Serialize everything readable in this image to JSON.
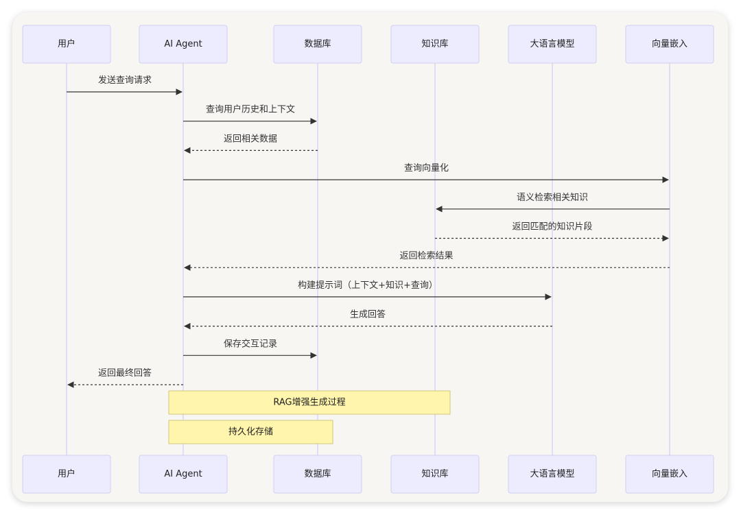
{
  "actors": [
    {
      "label": "用户"
    },
    {
      "label": "AI Agent"
    },
    {
      "label": "数据库"
    },
    {
      "label": "知识库"
    },
    {
      "label": "大语言模型"
    },
    {
      "label": "向量嵌入"
    }
  ],
  "messages": [
    {
      "from": 0,
      "to": 1,
      "label": "发送查询请求",
      "style": "solid"
    },
    {
      "from": 1,
      "to": 2,
      "label": "查询用户历史和上下文",
      "style": "solid"
    },
    {
      "from": 2,
      "to": 1,
      "label": "返回相关数据",
      "style": "dashed"
    },
    {
      "from": 1,
      "to": 5,
      "label": "查询向量化",
      "style": "solid"
    },
    {
      "from": 5,
      "to": 3,
      "label": "语义检索相关知识",
      "style": "solid"
    },
    {
      "from": 3,
      "to": 5,
      "label": "返回匹配的知识片段",
      "style": "dashed"
    },
    {
      "from": 5,
      "to": 1,
      "label": "返回检索结果",
      "style": "dashed"
    },
    {
      "from": 1,
      "to": 4,
      "label": "构建提示词（上下文+知识+查询）",
      "style": "solid"
    },
    {
      "from": 4,
      "to": 1,
      "label": "生成回答",
      "style": "dashed"
    },
    {
      "from": 1,
      "to": 2,
      "label": "保存交互记录",
      "style": "solid"
    },
    {
      "from": 1,
      "to": 0,
      "label": "返回最终回答",
      "style": "dashed"
    }
  ],
  "notes": [
    {
      "over": [
        1,
        3
      ],
      "label": "RAG增强生成过程"
    },
    {
      "over": [
        1,
        2
      ],
      "label": "持久化存储"
    }
  ],
  "colors": {
    "actor_fill": "#ececfe",
    "actor_border": "#cfcff3",
    "lifeline": "#d4d0f3",
    "arrow": "#333333",
    "note_fill": "#fff5ad",
    "note_border": "#d2c77a",
    "card_background": "#f7f6f3"
  }
}
